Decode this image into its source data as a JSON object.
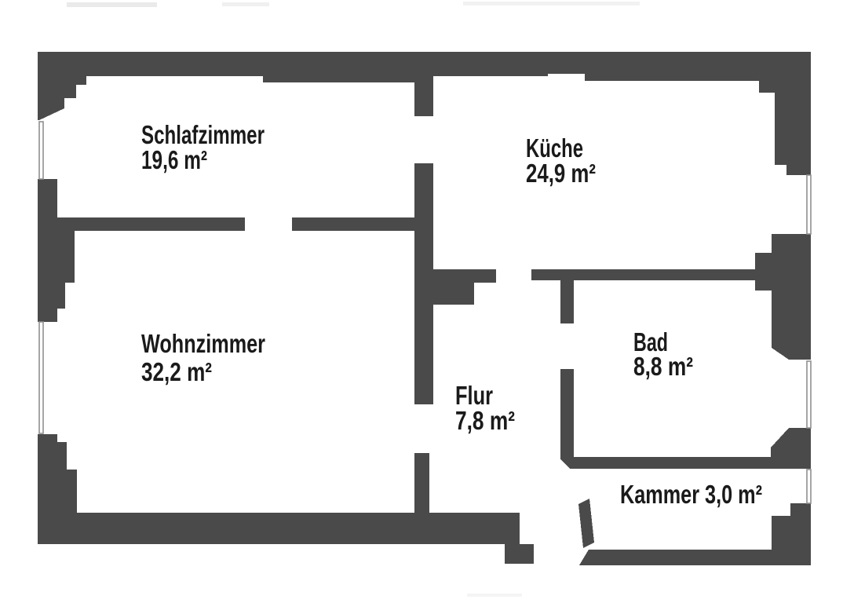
{
  "colors": {
    "wall": "#4a4a4a",
    "window": "#8f8f8f",
    "text": "#1a1a1a",
    "background": "#ffffff"
  },
  "rooms": [
    {
      "name": "Schlafzimmer",
      "area": "19,6 m²"
    },
    {
      "name": "Küche",
      "area": "24,9 m²"
    },
    {
      "name": "Wohnzimmer",
      "area": "32,2 m²"
    },
    {
      "name": "Flur",
      "area": "7,8 m²"
    },
    {
      "name": "Bad",
      "area": "8,8 m²"
    },
    {
      "label": "Kammer 3,0 m²"
    }
  ]
}
